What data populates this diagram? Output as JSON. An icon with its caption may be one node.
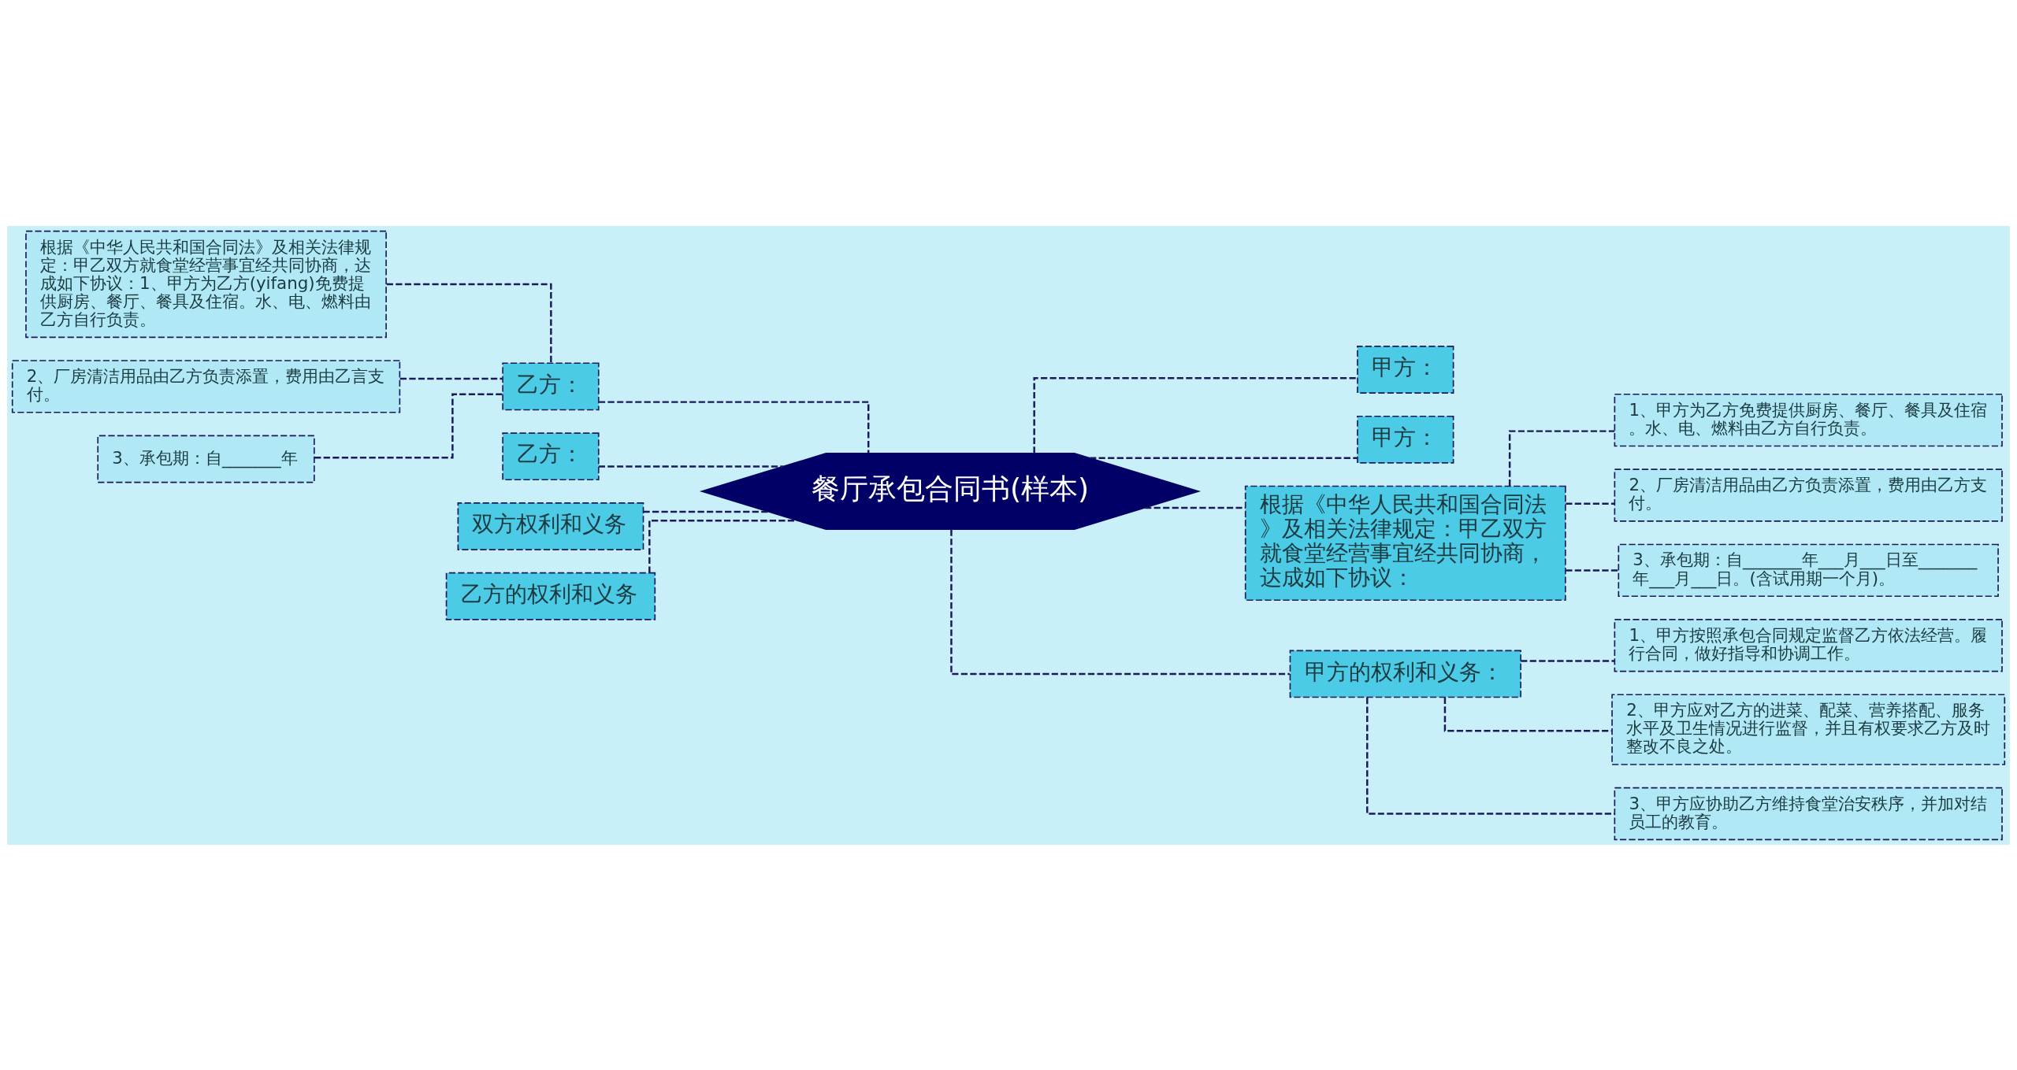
{
  "diagram": {
    "nodes": [
      {
        "text": [
          "餐厅承包合同书(样本)"
        ]
      },
      {
        "text": [
          "甲方："
        ]
      },
      {
        "text": [
          "甲方："
        ]
      },
      {
        "text": [
          "根据《中华人民共和国合同法》及相关法律规定：甲乙双方就食堂经营事宜经共同协商，达成如下协议："
        ]
      },
      {
        "text": [
          "1、甲方为乙方免费提供厨房、餐厅、餐具及住宿。水、电、燃料由乙方自行负责。"
        ]
      },
      {
        "text": [
          "2、厂房清洁用品由乙方负责添置，费用由乙方支付。"
        ]
      },
      {
        "text": [
          "3、承包期：自_______年___月___日至_______年___月___日。(含试用期一个月)。"
        ]
      },
      {
        "text": [
          "甲方的权利和义务："
        ]
      },
      {
        "text": [
          "1、甲方按照承包合同规定监督乙方依法经营。履行合同，做好指导和协调工作。"
        ]
      },
      {
        "text": [
          "2、甲方应对乙方的进菜、配菜、营养搭配、服务水平及卫生情况进行监督，并且有权要求乙方及时整改不良之处。"
        ]
      },
      {
        "text": [
          "3、甲方应协助乙方维持食堂治安秩序，并加对结员工的教育。"
        ]
      },
      {
        "text": [
          "乙方："
        ]
      },
      {
        "text": [
          "根据《中华人民共和国合同法》及相关法律规定：甲乙双方就食堂经营事宜经共同协商，达成如下协议：1、甲方为乙方(yifang)免费提供厨房、餐厅、餐具及住宿。水、电、燃料由乙方自行负责。"
        ]
      },
      {
        "text": [
          "2、厂房清洁用品由乙方负责添置，费用由乙言支付。"
        ]
      },
      {
        "text": [
          "3、承包期：自_______年"
        ]
      },
      {
        "text": [
          "乙方："
        ]
      },
      {
        "text": [
          "双方权利和义务"
        ]
      },
      {
        "text": [
          "乙方的权利和义务"
        ]
      }
    ],
    "edges": [
      {
        "from": 0,
        "to": 1,
        "arrow": "none"
      },
      {
        "from": 0,
        "to": 2,
        "arrow": "none"
      },
      {
        "from": 0,
        "to": 3,
        "arrow": "none"
      },
      {
        "from": 3,
        "to": 4,
        "arrow": "none"
      },
      {
        "from": 3,
        "to": 5,
        "arrow": "none"
      },
      {
        "from": 3,
        "to": 6,
        "arrow": "none"
      },
      {
        "from": 0,
        "to": 7,
        "arrow": "none"
      },
      {
        "from": 7,
        "to": 8,
        "arrow": "none"
      },
      {
        "from": 7,
        "to": 9,
        "arrow": "none"
      },
      {
        "from": 7,
        "to": 10,
        "arrow": "none"
      },
      {
        "from": 0,
        "to": 11,
        "arrow": "none"
      },
      {
        "from": 11,
        "to": 12,
        "arrow": "none"
      },
      {
        "from": 11,
        "to": 13,
        "arrow": "none"
      },
      {
        "from": 11,
        "to": 14,
        "arrow": "none"
      },
      {
        "from": 0,
        "to": 15,
        "arrow": "none"
      },
      {
        "from": 0,
        "to": 16,
        "arrow": "none"
      },
      {
        "from": 0,
        "to": 17,
        "arrow": "none"
      }
    ]
  }
}
